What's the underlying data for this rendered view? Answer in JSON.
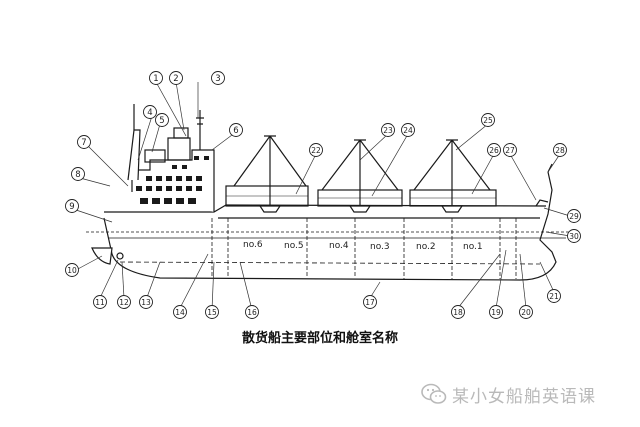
{
  "diagram": {
    "caption": "散货船主要部位和舱室名称",
    "holds": [
      "no.6",
      "no.5",
      "no.4",
      "no.3",
      "no.2",
      "no.1"
    ],
    "callouts": [
      "1",
      "2",
      "3",
      "4",
      "5",
      "6",
      "7",
      "8",
      "9",
      "10",
      "11",
      "12",
      "13",
      "14",
      "15",
      "16",
      "17",
      "18",
      "19",
      "20",
      "21",
      "22",
      "23",
      "24",
      "25",
      "26",
      "27",
      "28",
      "29",
      "30"
    ]
  },
  "watermark": {
    "text": "某小女船舶英语课",
    "icon": "wechat-icon",
    "color": "#b9b9b9"
  }
}
